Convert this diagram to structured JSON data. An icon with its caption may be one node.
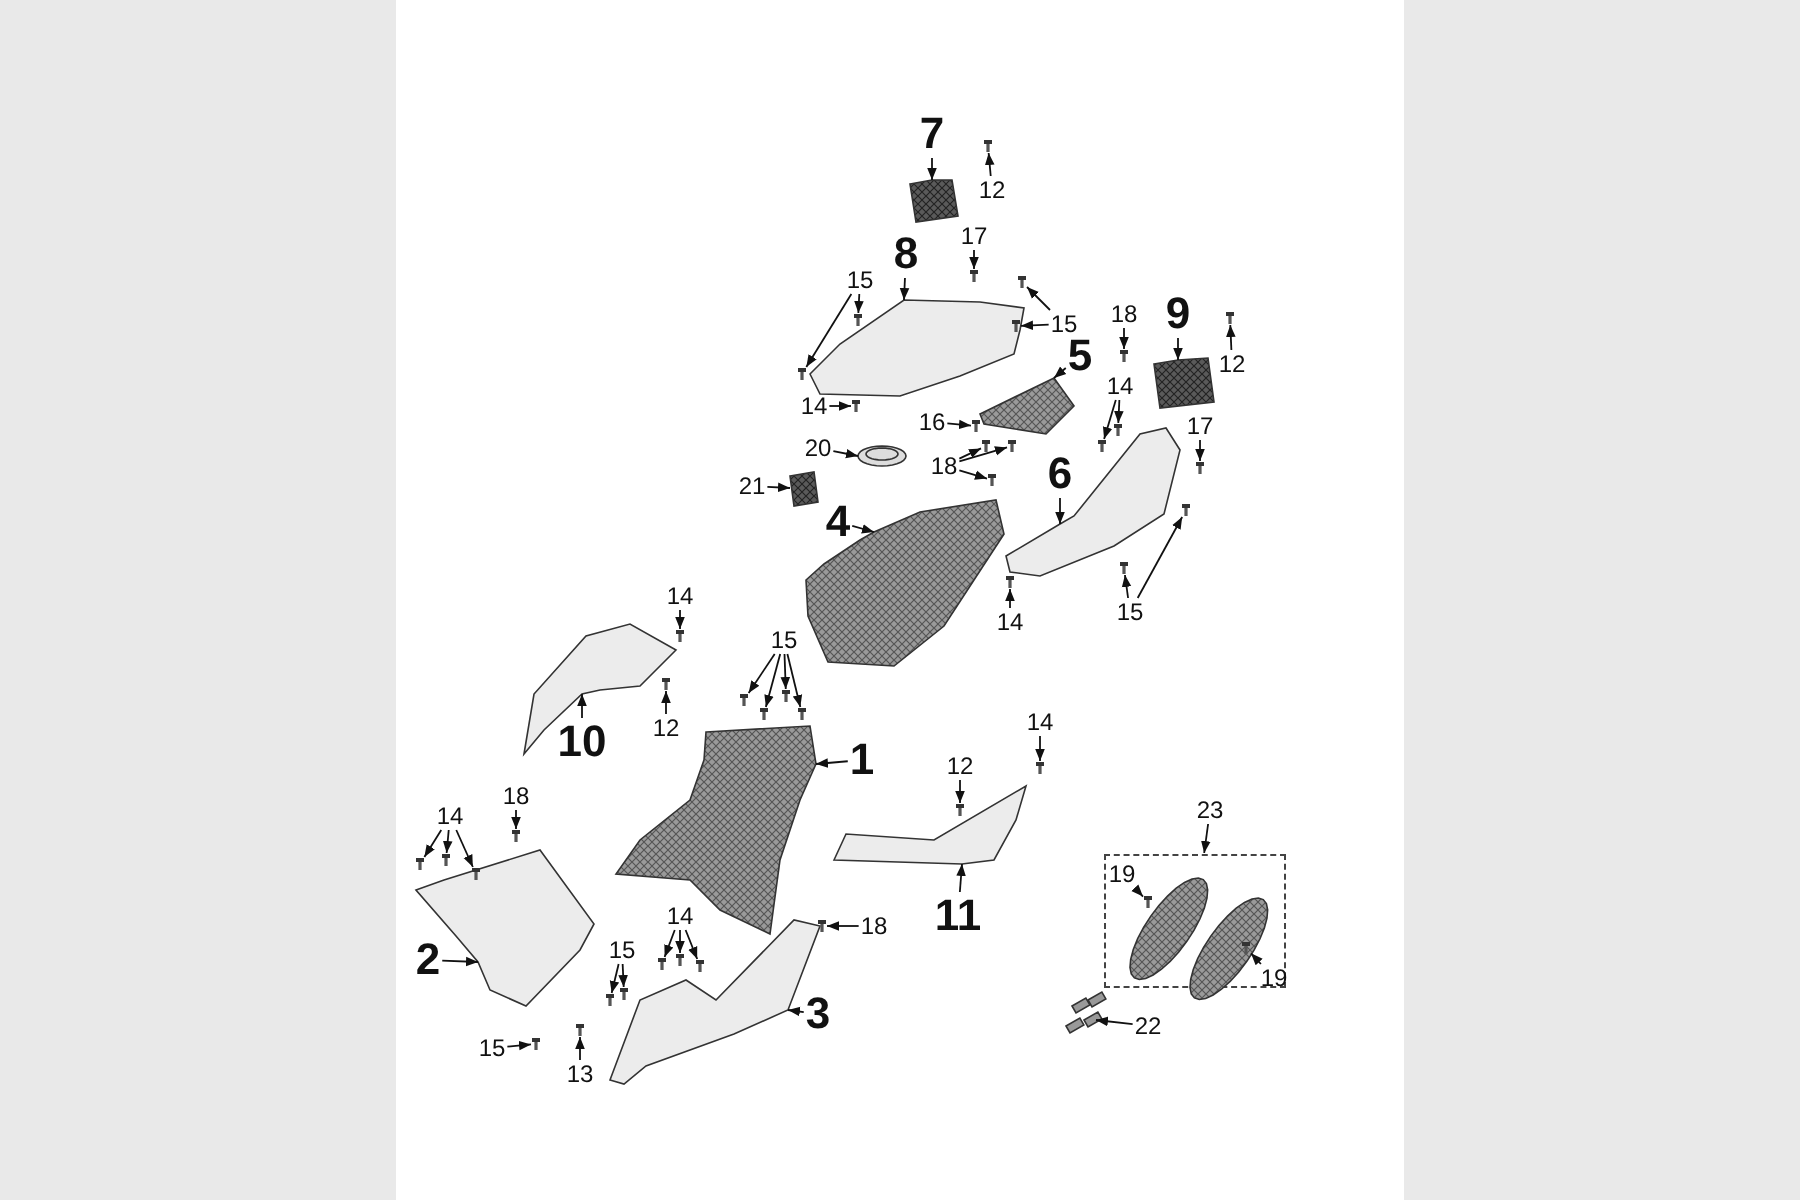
{
  "diagram": {
    "nodes": [
      {
        "text": [
          "7"
        ]
      },
      {
        "text": [
          "12"
        ]
      },
      {
        "text": [
          "17"
        ]
      },
      {
        "text": [
          "8"
        ]
      },
      {
        "text": [
          "15"
        ]
      },
      {
        "text": [
          "15"
        ]
      },
      {
        "text": [
          "9"
        ]
      },
      {
        "text": [
          "18"
        ]
      },
      {
        "text": [
          "12"
        ]
      },
      {
        "text": [
          "5"
        ]
      },
      {
        "text": [
          "14"
        ]
      },
      {
        "text": [
          "14"
        ]
      },
      {
        "text": [
          "16"
        ]
      },
      {
        "text": [
          "20"
        ]
      },
      {
        "text": [
          "18"
        ]
      },
      {
        "text": [
          "17"
        ]
      },
      {
        "text": [
          "6"
        ]
      },
      {
        "text": [
          "21"
        ]
      },
      {
        "text": [
          "4"
        ]
      },
      {
        "text": [
          "14"
        ]
      },
      {
        "text": [
          "15"
        ]
      },
      {
        "text": [
          "14"
        ]
      },
      {
        "text": [
          "15"
        ]
      },
      {
        "text": [
          "12"
        ]
      },
      {
        "text": [
          "10"
        ]
      },
      {
        "text": [
          "14"
        ]
      },
      {
        "text": [
          "1"
        ]
      },
      {
        "text": [
          "12"
        ]
      },
      {
        "text": [
          "18"
        ]
      },
      {
        "text": [
          "23"
        ]
      },
      {
        "text": [],
        "shape": "box"
      },
      {
        "text": [
          "14"
        ]
      },
      {
        "text": [
          "19"
        ],
        "in": 30
      },
      {
        "text": [
          "11"
        ]
      },
      {
        "text": [
          "14"
        ]
      },
      {
        "text": [
          "18"
        ]
      },
      {
        "text": [
          "15"
        ]
      },
      {
        "text": [
          "2"
        ]
      },
      {
        "text": [
          "19"
        ],
        "in": 30
      },
      {
        "text": [
          "3"
        ]
      },
      {
        "text": [
          "22"
        ]
      },
      {
        "text": [
          "15"
        ]
      },
      {
        "text": [
          "13"
        ]
      },
      {
        "text": [],
        "shape": "box"
      },
      {
        "text": [],
        "shape": "picture"
      },
      {
        "text": [],
        "shape": "box"
      },
      {
        "text": [],
        "shape": "picture"
      },
      {
        "text": [],
        "shape": "picture"
      },
      {
        "text": [],
        "shape": "box"
      },
      {
        "text": [],
        "shape": "picture"
      },
      {
        "text": [],
        "shape": "picture"
      },
      {
        "text": [],
        "shape": "picture"
      },
      {
        "text": [],
        "shape": "picture"
      },
      {
        "text": [],
        "shape": "picture"
      },
      {
        "text": [],
        "shape": "picture"
      },
      {
        "text": [],
        "shape": "picture"
      },
      {
        "text": [],
        "shape": "picture"
      },
      {
        "text": [],
        "shape": "picture",
        "in": 30
      },
      {
        "text": [],
        "shape": "picture",
        "in": 30
      },
      {
        "text": [],
        "shape": "picture"
      },
      {
        "text": [],
        "shape": "picture"
      },
      {
        "text": [],
        "shape": "picture"
      },
      {
        "text": [],
        "shape": "picture"
      },
      {
        "text": [],
        "shape": "picture",
        "in": 44
      },
      {
        "text": [],
        "shape": "picture"
      },
      {
        "text": [],
        "shape": "picture"
      },
      {
        "text": [],
        "shape": "picture"
      },
      {
        "text": [],
        "shape": "picture"
      },
      {
        "text": [],
        "shape": "picture"
      },
      {
        "text": [],
        "shape": "picture"
      },
      {
        "text": [],
        "shape": "picture"
      },
      {
        "text": [],
        "shape": "picture"
      },
      {
        "text": [],
        "shape": "picture"
      },
      {
        "text": [],
        "shape": "picture"
      },
      {
        "text": [],
        "shape": "picture"
      },
      {
        "text": [],
        "shape": "picture"
      },
      {
        "text": [],
        "shape": "picture"
      },
      {
        "text": [],
        "shape": "picture"
      },
      {
        "text": [],
        "shape": "picture"
      },
      {
        "text": [],
        "shape": "picture"
      },
      {
        "text": [],
        "shape": "picture"
      },
      {
        "text": [],
        "shape": "picture"
      },
      {
        "text": [],
        "shape": "picture"
      },
      {
        "text": [],
        "shape": "picture"
      },
      {
        "text": [],
        "shape": "picture"
      },
      {
        "text": [],
        "shape": "picture"
      },
      {
        "text": [],
        "shape": "picture"
      },
      {
        "text": [],
        "shape": "picture"
      },
      {
        "text": [],
        "shape": "picture"
      },
      {
        "text": [],
        "shape": "picture",
        "in": 54
      },
      {
        "text": [],
        "shape": "picture",
        "in": 30
      },
      {
        "text": [],
        "shape": "picture"
      },
      {
        "text": [],
        "shape": "picture"
      },
      {
        "text": [],
        "shape": "picture"
      },
      {
        "text": [],
        "shape": "picture"
      },
      {
        "text": [],
        "shape": "picture"
      },
      {
        "text": [],
        "shape": "picture"
      },
      {
        "text": [],
        "shape": "picture",
        "in": 58
      },
      {
        "text": [],
        "shape": "picture"
      },
      {
        "text": [],
        "shape": "picture"
      }
    ],
    "edges": [
      {
        "from": 0,
        "to": 43,
        "arrow": "to"
      },
      {
        "from": 1,
        "to": 59,
        "arrow": "to"
      },
      {
        "from": 2,
        "to": 60,
        "arrow": "to"
      },
      {
        "from": 3,
        "to": 44,
        "arrow": "to"
      },
      {
        "from": 4,
        "to": 61,
        "arrow": "to"
      },
      {
        "from": 4,
        "to": 62,
        "arrow": "to"
      },
      {
        "from": 5,
        "to": 63,
        "arrow": "to"
      },
      {
        "from": 5,
        "to": 64,
        "arrow": "to"
      },
      {
        "from": 6,
        "to": 45,
        "arrow": "to"
      },
      {
        "from": 7,
        "to": 65,
        "arrow": "to"
      },
      {
        "from": 8,
        "to": 66,
        "arrow": "to"
      },
      {
        "from": 9,
        "to": 46,
        "arrow": "to"
      },
      {
        "from": 10,
        "to": 67,
        "arrow": "to"
      },
      {
        "from": 11,
        "to": 68,
        "arrow": "to"
      },
      {
        "from": 11,
        "to": 69,
        "arrow": "to"
      },
      {
        "from": 12,
        "to": 70,
        "arrow": "to"
      },
      {
        "from": 13,
        "to": 47,
        "arrow": "to"
      },
      {
        "from": 14,
        "to": 71,
        "arrow": "to"
      },
      {
        "from": 14,
        "to": 72,
        "arrow": "to"
      },
      {
        "from": 14,
        "to": 73,
        "arrow": "to"
      },
      {
        "from": 15,
        "to": 74,
        "arrow": "to"
      },
      {
        "from": 16,
        "to": 49,
        "arrow": "to"
      },
      {
        "from": 17,
        "to": 48,
        "arrow": "to"
      },
      {
        "from": 18,
        "to": 50,
        "arrow": "to"
      },
      {
        "from": 19,
        "to": 75,
        "arrow": "to"
      },
      {
        "from": 20,
        "to": 76,
        "arrow": "to"
      },
      {
        "from": 20,
        "to": 77,
        "arrow": "to"
      },
      {
        "from": 21,
        "to": 78,
        "arrow": "to"
      },
      {
        "from": 22,
        "to": 79,
        "arrow": "to"
      },
      {
        "from": 22,
        "to": 80,
        "arrow": "to"
      },
      {
        "from": 22,
        "to": 81,
        "arrow": "to"
      },
      {
        "from": 22,
        "to": 82,
        "arrow": "to"
      },
      {
        "from": 23,
        "to": 83,
        "arrow": "to"
      },
      {
        "from": 24,
        "to": 51,
        "arrow": "to"
      },
      {
        "from": 25,
        "to": 84,
        "arrow": "to"
      },
      {
        "from": 26,
        "to": 52,
        "arrow": "to"
      },
      {
        "from": 27,
        "to": 85,
        "arrow": "to"
      },
      {
        "from": 28,
        "to": 86,
        "arrow": "to"
      },
      {
        "from": 29,
        "to": 30,
        "arrow": "to"
      },
      {
        "from": 31,
        "to": 87,
        "arrow": "to"
      },
      {
        "from": 31,
        "to": 88,
        "arrow": "to"
      },
      {
        "from": 31,
        "to": 89,
        "arrow": "to"
      },
      {
        "from": 32,
        "to": 90,
        "arrow": "to"
      },
      {
        "from": 33,
        "to": 53,
        "arrow": "to"
      },
      {
        "from": 34,
        "to": 91,
        "arrow": "to"
      },
      {
        "from": 34,
        "to": 92,
        "arrow": "to"
      },
      {
        "from": 34,
        "to": 93,
        "arrow": "to"
      },
      {
        "from": 35,
        "to": 94,
        "arrow": "to"
      },
      {
        "from": 36,
        "to": 95,
        "arrow": "to"
      },
      {
        "from": 36,
        "to": 96,
        "arrow": "to"
      },
      {
        "from": 37,
        "to": 54,
        "arrow": "to"
      },
      {
        "from": 38,
        "to": 97,
        "arrow": "to"
      },
      {
        "from": 39,
        "to": 55,
        "arrow": "to"
      },
      {
        "from": 40,
        "to": 56,
        "arrow": "to"
      },
      {
        "from": 41,
        "to": 98,
        "arrow": "to"
      },
      {
        "from": 42,
        "to": 99,
        "arrow": "to"
      }
    ]
  }
}
